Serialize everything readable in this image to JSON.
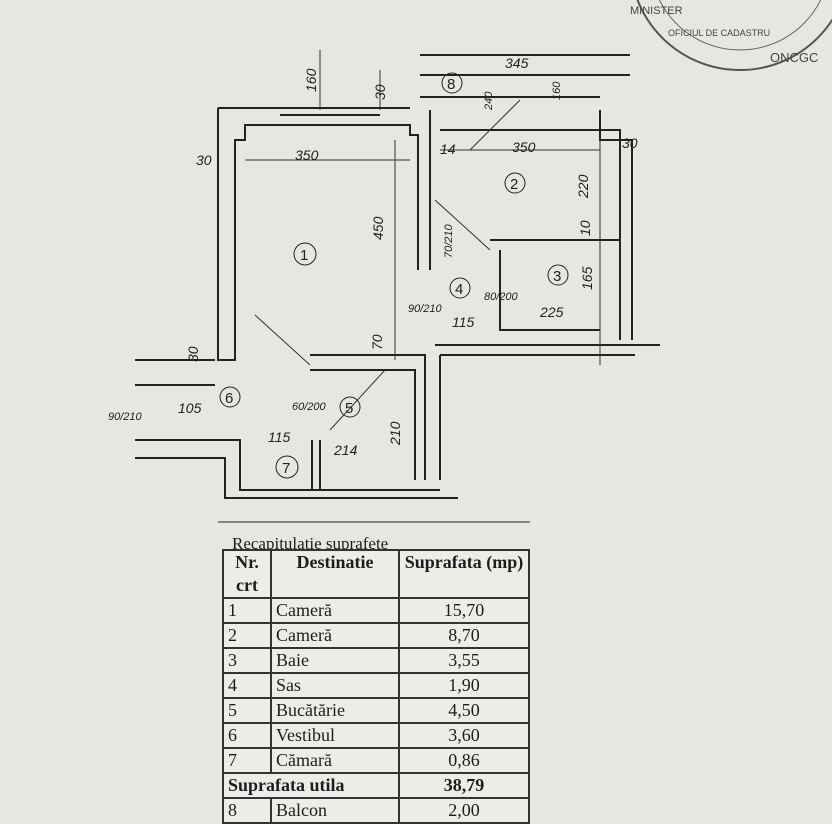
{
  "stamp": {
    "text_1": "MINISTER",
    "text_2": "OFICIUL DE CADASTRU",
    "text_3": "ONCGC"
  },
  "plan": {
    "rooms": [
      "1",
      "2",
      "3",
      "4",
      "5",
      "6",
      "7",
      "8"
    ],
    "dims": {
      "d160": "160",
      "d30a": "30",
      "d345": "345",
      "d350a": "350",
      "d350b": "350",
      "d30b": "30",
      "d30c": "30",
      "d14": "14",
      "d450": "450",
      "d220": "220",
      "d10": "10",
      "d165": "165",
      "d225": "225",
      "d115a": "115",
      "d90_210": "90/210",
      "d80_200": "80/200",
      "d70_210": "70/210",
      "d60_200": "60/200",
      "d210": "210",
      "d214": "214",
      "d115b": "115",
      "d105": "105",
      "d90_210b": "90/210",
      "d30d": "30",
      "d70": "70",
      "d240": "240",
      "d160b": "160"
    }
  },
  "table": {
    "title": "Recapitulatie suprafete",
    "headers": [
      "Nr. crt",
      "Destinatie",
      "Suprafata (mp)"
    ],
    "rows": [
      {
        "nr": "1",
        "dest": "Cameră",
        "area": "15,70"
      },
      {
        "nr": "2",
        "dest": "Cameră",
        "area": "8,70"
      },
      {
        "nr": "3",
        "dest": "Baie",
        "area": "3,55"
      },
      {
        "nr": "4",
        "dest": "Sas",
        "area": "1,90"
      },
      {
        "nr": "5",
        "dest": "Bucătărie",
        "area": "4,50"
      },
      {
        "nr": "6",
        "dest": "Vestibul",
        "area": "3,60"
      },
      {
        "nr": "7",
        "dest": "Cămară",
        "area": "0,86"
      }
    ],
    "total_label": "Suprafata utila",
    "total_value": "38,79",
    "partial_row": {
      "nr": "8",
      "dest": "Balcon",
      "area": "2,00"
    }
  }
}
